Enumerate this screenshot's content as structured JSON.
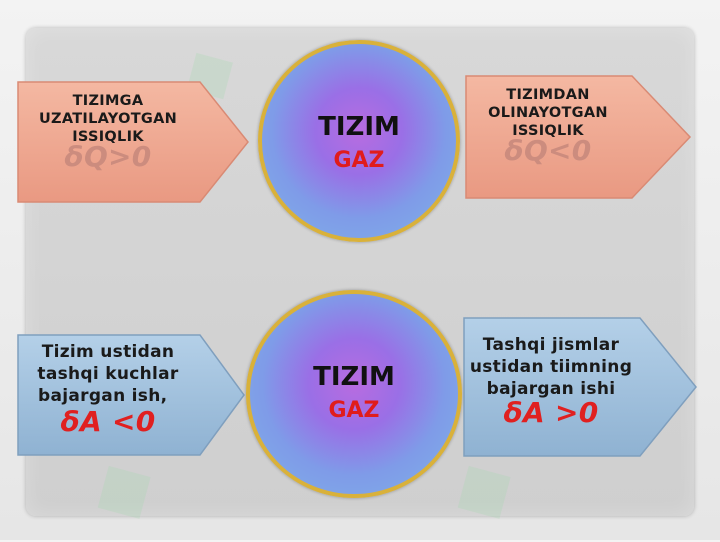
{
  "top": {
    "left_arrow": {
      "line1": "TIZIMGA",
      "line2": "UZATILAYOTGAN",
      "line3": "ISSIQLIK",
      "formula": "δQ>0",
      "color": "#f0a890"
    },
    "circle": {
      "title": "TIZIM",
      "subtitle": "GAZ"
    },
    "right_arrow": {
      "line1": "TIZIMDAN",
      "line2": "OLINAYOTGAN",
      "line3": "ISSIQLIK",
      "formula": "δQ<0",
      "color": "#f0a890"
    }
  },
  "bottom": {
    "left_arrow": {
      "line1": "Tizim ustidan",
      "line2": "tashqi kuchlar",
      "line3": "bajargan ish,",
      "formula": "δA <0",
      "color": "#9fc0dc"
    },
    "circle": {
      "title": "TIZIM",
      "subtitle": "GAZ"
    },
    "right_arrow": {
      "line1": "Tashqi jismlar",
      "line2": "ustidan tiimning",
      "line3": "bajargan ishi",
      "formula": "δA >0",
      "color": "#9fc0dc"
    }
  },
  "colors": {
    "circle_border": "#d9b13a",
    "formula_red": "#e02020",
    "label_red": "#e01c1c"
  }
}
